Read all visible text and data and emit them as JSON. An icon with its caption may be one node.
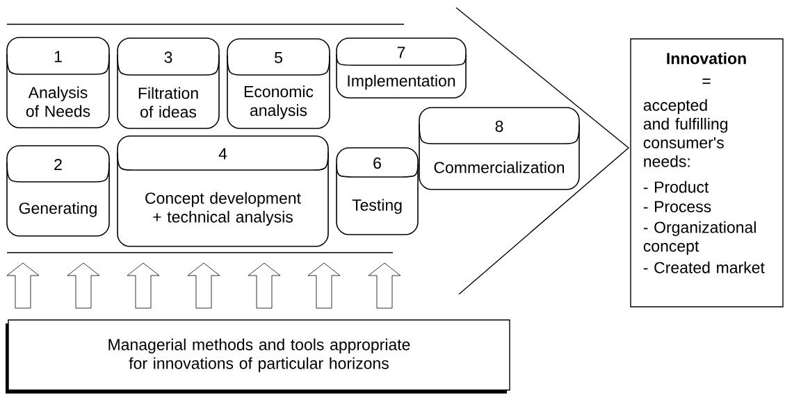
{
  "diagram": {
    "nodes": [
      {
        "text": [
          "1",
          "Analysis of Needs"
        ]
      },
      {
        "text": [
          "2",
          "Generating"
        ]
      },
      {
        "text": [
          "3",
          "Filtration of ideas"
        ]
      },
      {
        "text": [
          "4",
          "Concept development + technical analysis"
        ]
      },
      {
        "text": [
          "5",
          "Economic analysis"
        ]
      },
      {
        "text": [
          "6",
          "Testing"
        ]
      },
      {
        "text": [
          "7",
          "Implementation"
        ]
      },
      {
        "text": [
          "8",
          "Commercialization"
        ]
      },
      {
        "text": [
          "Innovation",
          "=",
          "accepted and fulfilling consumer's needs:",
          "- Product",
          "- Process",
          "- Organizational concept",
          "- Created market"
        ]
      },
      {
        "text": [
          "Managerial methods and tools appropriate for innovations of particular horizons"
        ]
      }
    ],
    "edges": [
      {
        "from": 9,
        "to": null,
        "arrow": "to"
      },
      {
        "from": 9,
        "to": null,
        "arrow": "to"
      },
      {
        "from": 9,
        "to": null,
        "arrow": "to"
      },
      {
        "from": 9,
        "to": null,
        "arrow": "to"
      },
      {
        "from": 9,
        "to": null,
        "arrow": "to"
      },
      {
        "from": 9,
        "to": null,
        "arrow": "to"
      },
      {
        "from": 9,
        "to": null,
        "arrow": "to"
      }
    ]
  }
}
